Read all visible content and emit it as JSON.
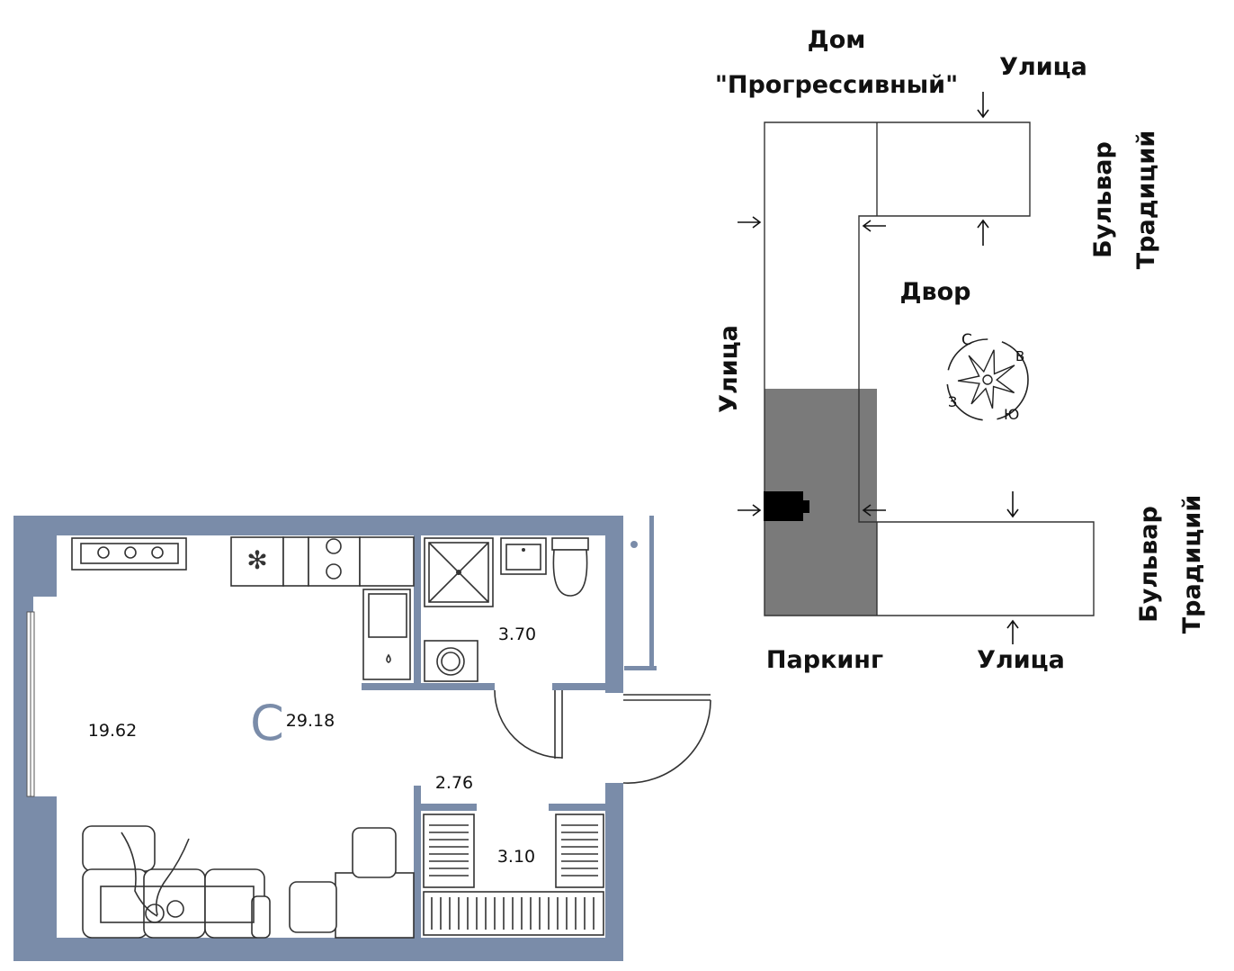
{
  "site_plan": {
    "house_name_line1": "Дом",
    "house_name_line2": "\"Прогрессивный\"",
    "street_top": "Улица",
    "street_left": "Улица",
    "street_bottom": "Улица",
    "boulevard_top_line1": "Бульвар",
    "boulevard_top_line2": "Традиций",
    "boulevard_bottom_line1": "Бульвар",
    "boulevard_bottom_line2": "Традиций",
    "yard": "Двор",
    "parking": "Паркинг",
    "compass": {
      "north": "С",
      "east": "В",
      "south": "Ю",
      "west": "З"
    },
    "colors": {
      "highlight": "#7a7a7a",
      "building_fill": "#ffffff",
      "marker": "#000000"
    }
  },
  "floor_plan": {
    "room_type_symbol": "С",
    "total_area": "29.18",
    "living_area": "19.62",
    "bathroom_area": "3.70",
    "hall_area": "2.76",
    "storage_area": "3.10",
    "colors": {
      "walls": "#7a8ca9"
    }
  }
}
